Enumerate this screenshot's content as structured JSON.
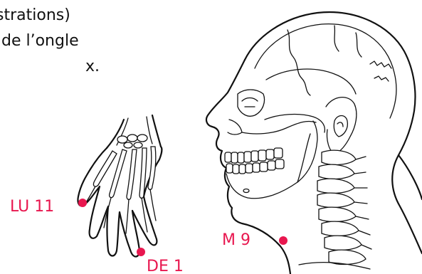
{
  "caption": {
    "line1": "strations)",
    "line2": "de l’ongle",
    "line3": "x."
  },
  "points": {
    "lu11": {
      "label": "LU 11"
    },
    "de1": {
      "label": "DE 1"
    },
    "m9": {
      "label": "M 9"
    }
  },
  "colors": {
    "accent": "#e8174f",
    "ink": "#111111"
  }
}
